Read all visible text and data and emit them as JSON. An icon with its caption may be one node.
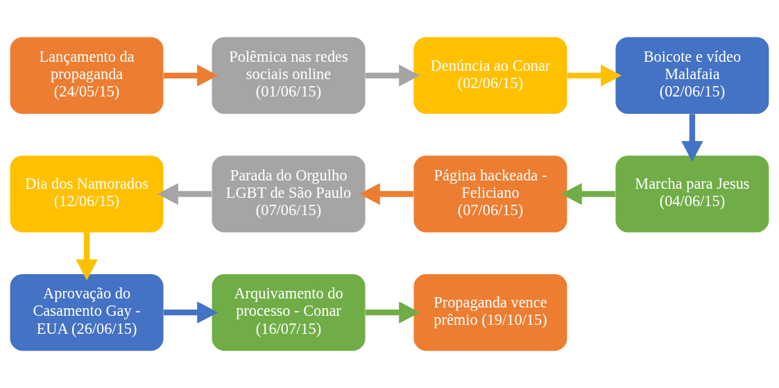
{
  "diagram": {
    "nodes": [
      {
        "text": [
          "Lançamento da propaganda (24/05/15)"
        ]
      },
      {
        "text": [
          "Polêmica nas redes sociais online (01/06/15)"
        ]
      },
      {
        "text": [
          "Denúncia ao Conar (02/06/15)"
        ]
      },
      {
        "text": [
          "Boicote e vídeo Malafaia (02/06/15)"
        ]
      },
      {
        "text": [
          "Marcha para Jesus (04/06/15)"
        ]
      },
      {
        "text": [
          "Página hackeada - Feliciano (07/06/15)"
        ]
      },
      {
        "text": [
          "Parada do Orgulho LGBT de São Paulo (07/06/15)"
        ]
      },
      {
        "text": [
          "Dia dos Namorados (12/06/15)"
        ]
      },
      {
        "text": [
          "Aprovação do Casamento Gay - EUA (26/06/15)"
        ]
      },
      {
        "text": [
          "Arquivamento do processo - Conar (16/07/15)"
        ]
      },
      {
        "text": [
          "Propaganda vence prêmio (19/10/15)"
        ]
      }
    ],
    "edges": [
      {
        "from": 0,
        "to": 1,
        "arrow": "to",
        "color": "#ed7d31"
      },
      {
        "from": 1,
        "to": 2,
        "arrow": "to",
        "color": "#a5a5a5"
      },
      {
        "from": 2,
        "to": 3,
        "arrow": "to",
        "color": "#ffc000"
      },
      {
        "from": 3,
        "to": 4,
        "arrow": "to",
        "color": "#4472c4"
      },
      {
        "from": 4,
        "to": 5,
        "arrow": "to",
        "color": "#70ad47"
      },
      {
        "from": 5,
        "to": 6,
        "arrow": "to",
        "color": "#ed7d31"
      },
      {
        "from": 6,
        "to": 7,
        "arrow": "to",
        "color": "#a5a5a5"
      },
      {
        "from": 7,
        "to": 8,
        "arrow": "to",
        "color": "#ffc000"
      },
      {
        "from": 8,
        "to": 9,
        "arrow": "to",
        "color": "#4472c4"
      },
      {
        "from": 9,
        "to": 10,
        "arrow": "to",
        "color": "#70ad47"
      }
    ]
  }
}
